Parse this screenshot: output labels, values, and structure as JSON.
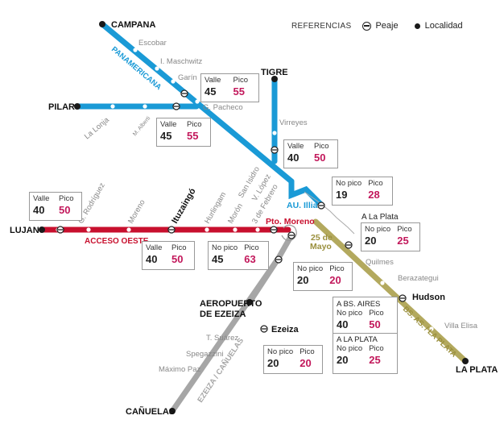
{
  "legend": {
    "title": "REFERENCIAS",
    "toll": "Peaje",
    "locality": "Localidad"
  },
  "colors": {
    "panamericana": "#1a9ad6",
    "acceso_oeste": "#c8102e",
    "ezeiza": "#a6a6a6",
    "bs_as_la_plata": "#b3a95e",
    "peak": "#c2185b"
  },
  "places": {
    "campana": "CAMPANA",
    "pilar": "PILAR",
    "tigre": "TIGRE",
    "lujan": "LUJAN",
    "aeropuerto_1": "AEROPUERTO",
    "aeropuerto_2": "DE EZEIZA",
    "canuelas": "CAÑUELAS",
    "la_plata": "LA PLATA",
    "ituzaingo": "Ituzaingó",
    "pto_moreno": "Pto. Moreno",
    "mayo_1": "25 de",
    "mayo_2": "Mayo",
    "ezeiza": "Ezeiza",
    "hudson": "Hudson",
    "au_illia": "AU. Illia",
    "a_la_plata": "A La Plata"
  },
  "stops": {
    "escobar": "Escobar",
    "maschwitz": "I. Maschwitz",
    "garin": "Garín",
    "pacheco": "G. Pacheco",
    "la_lonja": "La Lonja",
    "m_alberti": "M. Alberti",
    "virreyes": "Virreyes",
    "san_isidro": "San Isidro",
    "v_lopez": "V. López",
    "tres_febrero": "3 de Febrero",
    "g_rodriguez": "G. Rodríguez",
    "moreno": "Moreno",
    "hurlingam": "Hurlingam",
    "moron": "Morón",
    "quilmes": "Quilmes",
    "berazategui": "Berazategui",
    "villa_elisa": "Villa Elisa",
    "t_suarez": "T. Suárez",
    "spegazzini": "Spegazzini",
    "maximo_paz": "Máximo Paz"
  },
  "roads": {
    "panamericana": "PANAMERICANA",
    "acceso_oeste": "ACCESO OESTE",
    "ezeiza_canuelas": "EZEIZA / CAÑUELAS",
    "bs_as_la_plata": "BS. AS. / LA PLATA"
  },
  "tolls": {
    "garin": {
      "l1": "Valle",
      "v1": "45",
      "l2": "Pico",
      "v2": "55"
    },
    "pilar": {
      "l1": "Valle",
      "v1": "45",
      "l2": "Pico",
      "v2": "55"
    },
    "tigre": {
      "l1": "Valle",
      "v1": "40",
      "l2": "Pico",
      "v2": "50"
    },
    "illia": {
      "l1": "No pico",
      "v1": "19",
      "l2": "Pico",
      "v2": "28"
    },
    "laplata_entry": {
      "l1": "No pico",
      "v1": "20",
      "l2": "Pico",
      "v2": "25"
    },
    "lujan": {
      "l1": "Valle",
      "v1": "40",
      "l2": "Pico",
      "v2": "50"
    },
    "ituzaingo": {
      "l1": "Valle",
      "v1": "40",
      "l2": "Pico",
      "v2": "50"
    },
    "moreno_pto": {
      "l1": "No pico",
      "v1": "45",
      "l2": "Pico",
      "v2": "63"
    },
    "ezeiza_north": {
      "l1": "No pico",
      "v1": "20",
      "l2": "Pico",
      "v2": "20"
    },
    "ezeiza_south": {
      "l1": "No pico",
      "v1": "20",
      "l2": "Pico",
      "v2": "20"
    },
    "hudson": {
      "a_title": "A BS. AIRES",
      "a_l1": "No pico",
      "a_v1": "40",
      "a_l2": "Pico",
      "a_v2": "50",
      "b_title": "A LA PLATA",
      "b_l1": "No pico",
      "b_v1": "20",
      "b_l2": "Pico",
      "b_v2": "25"
    }
  }
}
